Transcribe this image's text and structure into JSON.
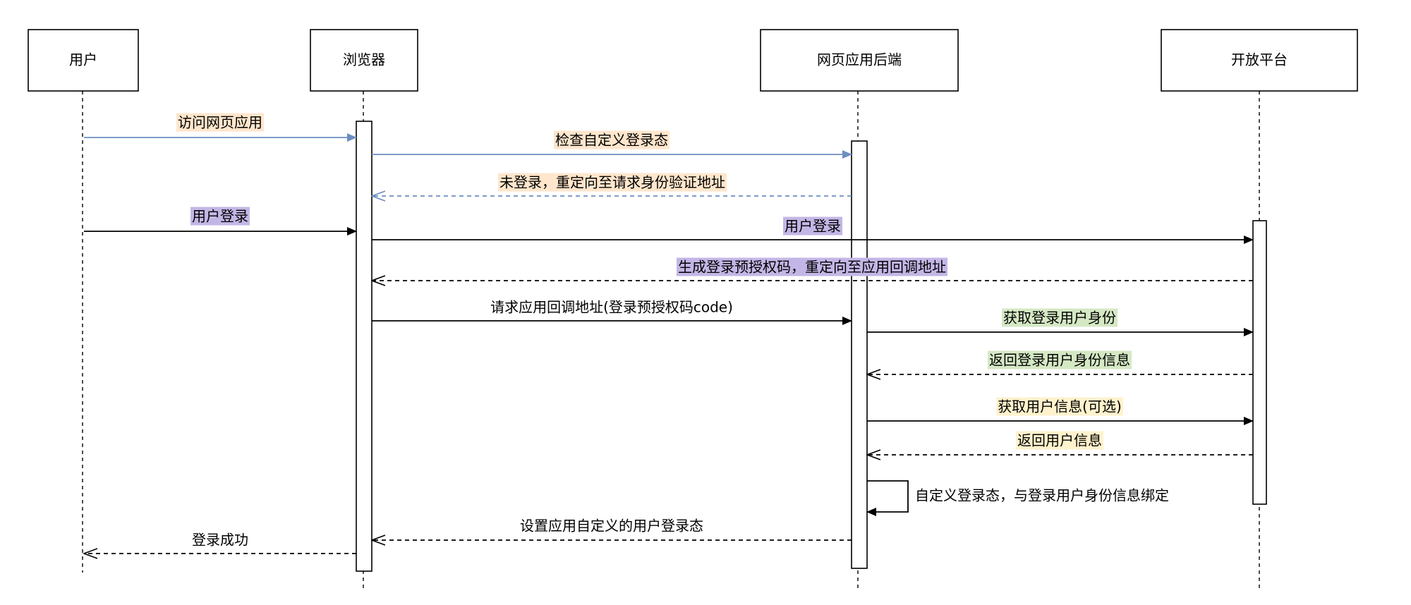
{
  "diagram": {
    "participants": [
      {
        "id": "user",
        "label": "用户"
      },
      {
        "id": "browser",
        "label": "浏览器"
      },
      {
        "id": "backend",
        "label": "网页应用后端"
      },
      {
        "id": "platform",
        "label": "开放平台"
      }
    ],
    "messages": [
      {
        "from": "user",
        "to": "browser",
        "label": "访问网页应用",
        "style": "solid",
        "color": "#6c8ebf",
        "highlight": "#ffe6cc"
      },
      {
        "from": "browser",
        "to": "backend",
        "label": "检查自定义登录态",
        "style": "solid",
        "color": "#6c8ebf",
        "highlight": "#ffe6cc"
      },
      {
        "from": "backend",
        "to": "browser",
        "label": "未登录，重定向至请求身份验证地址",
        "style": "dashed",
        "color": "#6c8ebf",
        "highlight": "#ffe6cc"
      },
      {
        "from": "user",
        "to": "browser",
        "label": "用户登录",
        "style": "solid",
        "color": "#000000",
        "highlight": "#c3b6e6"
      },
      {
        "from": "browser",
        "to": "platform",
        "label": "用户登录",
        "style": "solid",
        "color": "#000000",
        "highlight": "#c3b6e6"
      },
      {
        "from": "platform",
        "to": "browser",
        "label": "生成登录预授权码，重定向至应用回调地址",
        "style": "dashed",
        "color": "#000000",
        "highlight": "#c3b6e6"
      },
      {
        "from": "browser",
        "to": "backend",
        "label": "请求应用回调地址(登录预授权码code)",
        "style": "solid",
        "color": "#000000",
        "highlight": ""
      },
      {
        "from": "backend",
        "to": "platform",
        "label": "获取登录用户身份",
        "style": "solid",
        "color": "#000000",
        "highlight": "#d5e8c4"
      },
      {
        "from": "platform",
        "to": "backend",
        "label": "返回登录用户身份信息",
        "style": "dashed",
        "color": "#000000",
        "highlight": "#d5e8c4"
      },
      {
        "from": "backend",
        "to": "platform",
        "label": "获取用户信息(可选)",
        "style": "solid",
        "color": "#000000",
        "highlight": "#fff2cc"
      },
      {
        "from": "platform",
        "to": "backend",
        "label": "返回用户信息",
        "style": "dashed",
        "color": "#000000",
        "highlight": "#fff2cc"
      },
      {
        "from": "backend",
        "to": "backend",
        "label": "自定义登录态，与登录用户身份信息绑定",
        "style": "solid",
        "color": "#000000",
        "highlight": ""
      },
      {
        "from": "backend",
        "to": "browser",
        "label": "设置应用自定义的用户登录态",
        "style": "dashed",
        "color": "#000000",
        "highlight": ""
      },
      {
        "from": "browser",
        "to": "user",
        "label": "登录成功",
        "style": "dashed",
        "color": "#000000",
        "highlight": ""
      }
    ]
  }
}
